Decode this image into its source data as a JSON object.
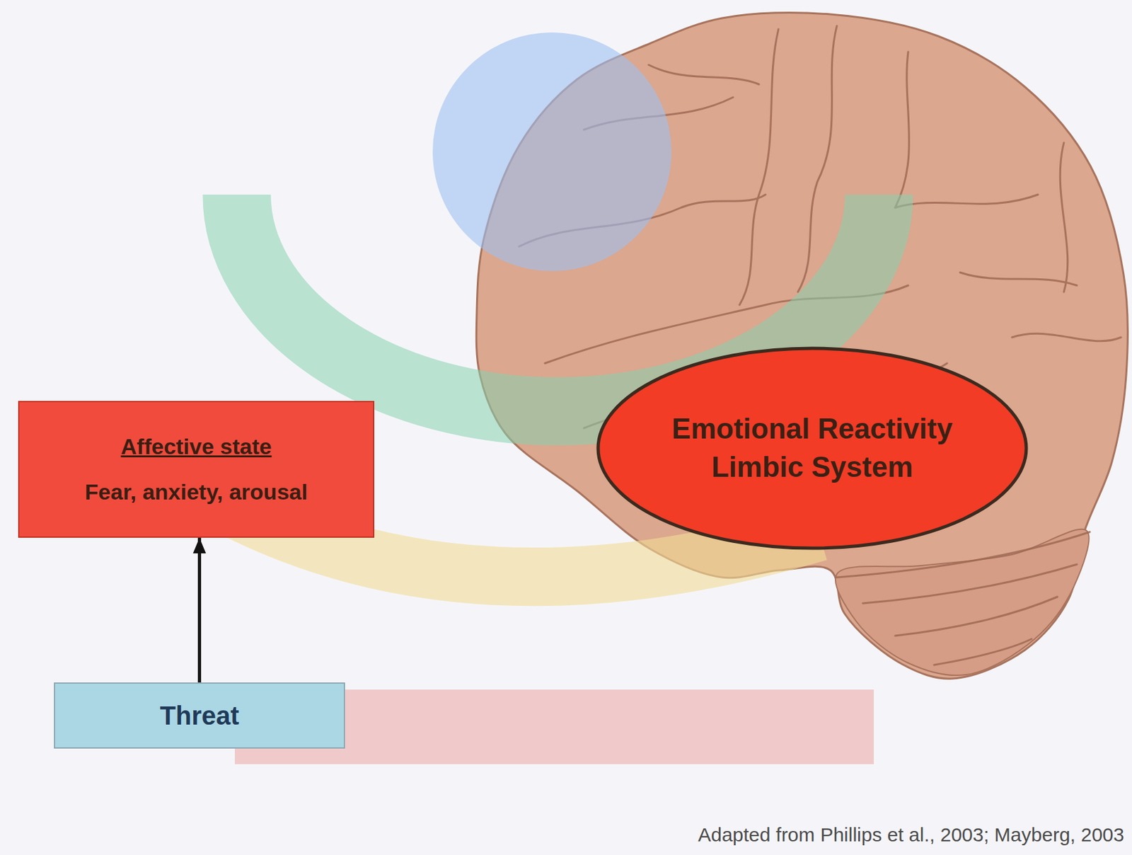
{
  "diagram": {
    "nodes": [
      {
        "text": [
          "Affective state",
          "Fear, anxiety, arousal"
        ]
      },
      {
        "text": [
          "Emotional Reactivity",
          "Limbic System"
        ]
      },
      {
        "text": [
          "Threat"
        ]
      }
    ],
    "edges": [
      {
        "from": 2,
        "to": 0,
        "arrow": "to"
      }
    ],
    "labels": [
      "Adapted from Phillips et al., 2003; Mayberg, 2003"
    ]
  }
}
